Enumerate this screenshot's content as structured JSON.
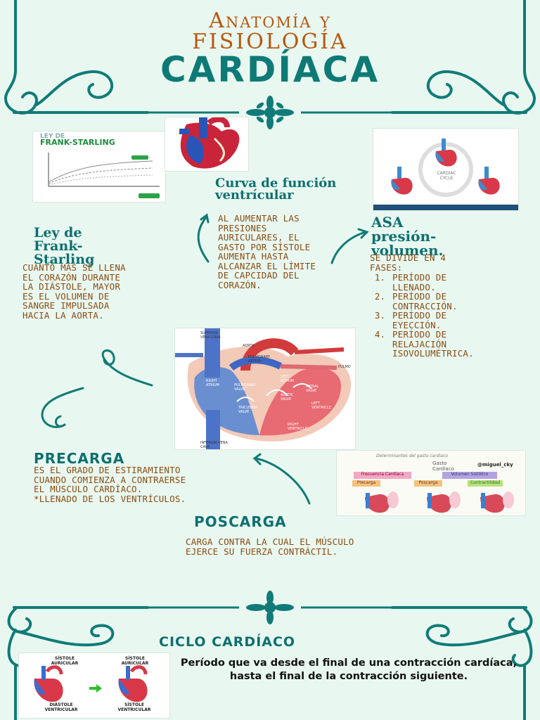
{
  "header": {
    "line1": "Anatomía y",
    "line2": "fisiología",
    "line3": "CARDÍACA"
  },
  "frank_thumb": {
    "tag": "LEY DE",
    "title": "FRANK-STARLING"
  },
  "curva": {
    "title": "Curva de función ventrícular",
    "body": "Al aumentar las presiones auriculares, el gasto por sístole aumenta hasta alcanzar el límite de capcidad del corazón."
  },
  "ley": {
    "title": "Ley de Frank-Starling",
    "body": "Cuanto más se llena el corazón durante la diástole, mayor es el volumen de sangre impulsada hacia la aorta."
  },
  "asa": {
    "title": "ASA presión-volumen.",
    "intro": "Se divide en 4 fases:",
    "phases": [
      "Período de llenado.",
      "Período de contracción.",
      "Período de eyección.",
      "Período de relajación isovolumétrica."
    ]
  },
  "cycle_thumb": {
    "label": "CARDIAC CYCLE"
  },
  "heart_labels": {
    "svc": "SUPERIOR VENA CAVA",
    "aorta": "AORTA",
    "pa": "PULMONARY ARTERY",
    "ra": "RIGHT ATRIUM",
    "la": "LEFT ATRIUM",
    "pv": "PULMONARY VALVE",
    "mv": "MITRAL VALVE",
    "av": "AORTIC VALVE",
    "tv": "TRICUSPID VALVE",
    "lv": "LEFT VENTRICLE",
    "rv": "RIGHT VENTRICLE",
    "ivc": "INFERIOR VENA CAVA",
    "pulm": "PULMO"
  },
  "precarga": {
    "title": "PRECARGA",
    "body": "Es el grado de estiramiento cuando comienza a contraerse el músculo cardíaco. *Llenado de los ventrículos."
  },
  "poscarga": {
    "title": "POSCARGA",
    "body": "Carga contra la cual el músculo ejerce su fuerza contráctil."
  },
  "gasto_thumb": {
    "title": "Determinantes del gasto cardiaco",
    "center": "Gasto Cardíaco",
    "handle": "@miguel_cky",
    "boxes": [
      "Frecuencia Cardíaca",
      "Volumen Sistólico",
      "Precarga",
      "Poscarga",
      "Contractilidad"
    ]
  },
  "ciclo": {
    "title": "CICLO CARDÍACO",
    "body": "Período que va desde el final de una contracción cardíaca, hasta el final de la contracción siguiente.",
    "thumb_labels": [
      "SÍSTOLE AURICULAR",
      "DIÁSTOLE VENTRICULAR",
      "SÍSTOLE AURICULAR",
      "SÍSTOLE VENTRICULAR"
    ]
  },
  "colors": {
    "teal": "#0e7a76",
    "orange": "#b8560f",
    "background": "#e8f8f0"
  }
}
